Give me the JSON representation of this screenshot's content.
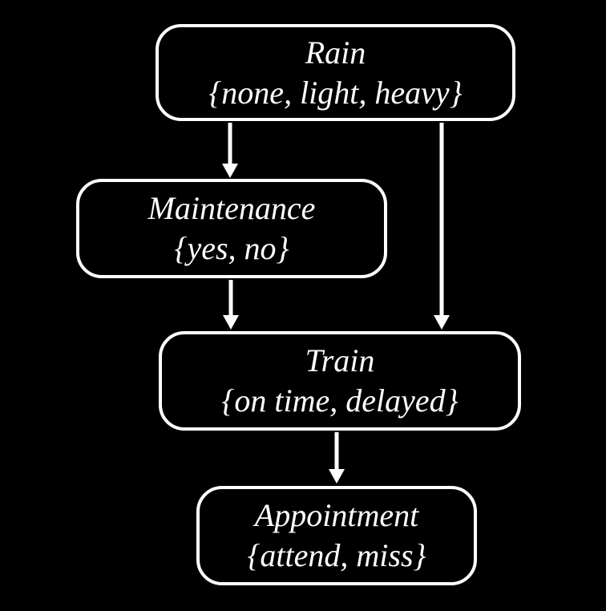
{
  "diagram": {
    "background_color": "#000000",
    "node_border_color": "#ffffff",
    "text_color": "#ffffff",
    "nodes": [
      {
        "id": "rain",
        "label": "Rain",
        "values": "{none, light, heavy}"
      },
      {
        "id": "maintenance",
        "label": "Maintenance",
        "values": "{yes, no}"
      },
      {
        "id": "train",
        "label": "Train",
        "values": "{on time, delayed}"
      },
      {
        "id": "appointment",
        "label": "Appointment",
        "values": "{attend, miss}"
      }
    ],
    "edges": [
      {
        "from": "rain",
        "to": "maintenance"
      },
      {
        "from": "rain",
        "to": "train"
      },
      {
        "from": "maintenance",
        "to": "train"
      },
      {
        "from": "train",
        "to": "appointment"
      }
    ]
  }
}
